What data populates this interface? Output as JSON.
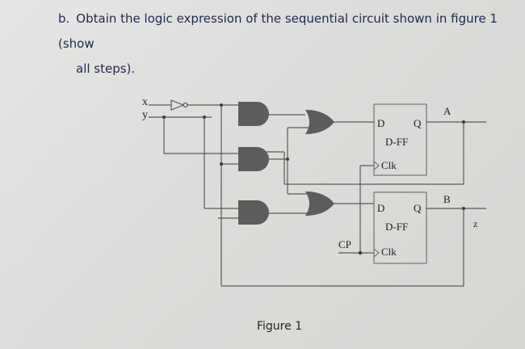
{
  "question": {
    "number": "b.",
    "line1": "Obtain the logic expression of the sequential circuit shown in figure 1 (show",
    "line2": "all steps)."
  },
  "circuit": {
    "input_x": "x",
    "input_y": "y",
    "flipflop_top": {
      "d": "D",
      "q": "Q",
      "name": "D-FF",
      "clk": "Clk",
      "output": "A"
    },
    "flipflop_bottom": {
      "d": "D",
      "q": "Q",
      "name": "D-FF",
      "clk": "Clk",
      "output": "B"
    },
    "clock_label": "CP",
    "output_z": "z"
  },
  "caption": "Figure 1",
  "colors": {
    "ink": "#1d2a52",
    "wire": "#5a5a5a",
    "gate": "#5c5c5e",
    "box": "#6a6a6a"
  }
}
